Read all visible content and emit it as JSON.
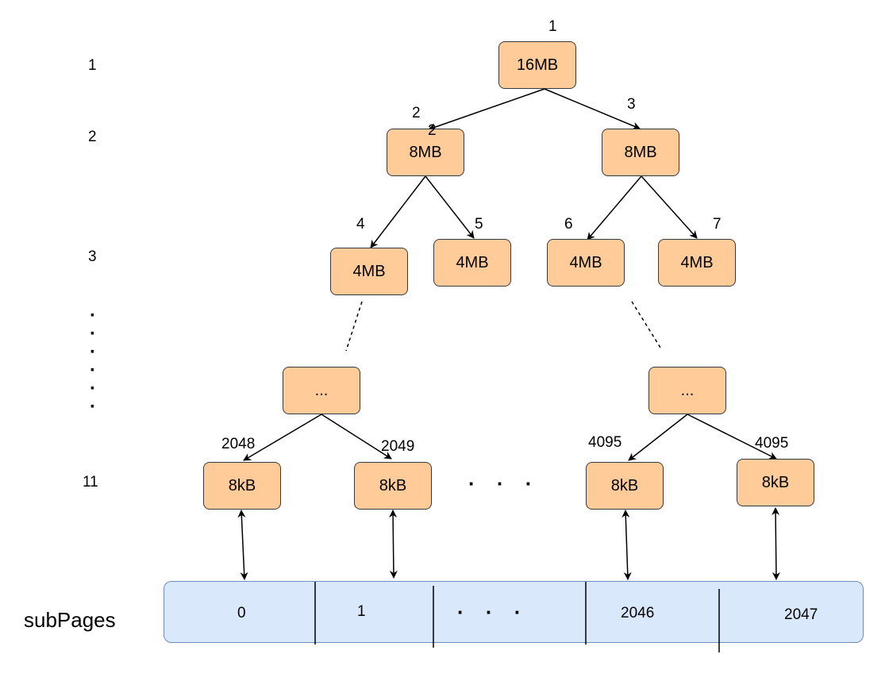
{
  "levels": [
    "1",
    "2",
    "3",
    "11"
  ],
  "nodes": {
    "n1": "16MB",
    "n2": "8MB",
    "n3": "8MB",
    "n4": "4MB",
    "n5": "4MB",
    "n6": "4MB",
    "n7": "4MB",
    "el_left": "...",
    "el_right": "...",
    "leaf_a": "8kB",
    "leaf_b": "8kB",
    "leaf_c": "8kB",
    "leaf_d": "8kB"
  },
  "labels": {
    "n1": "1",
    "n2": "2",
    "n2_dup": "2",
    "n3": "3",
    "n4": "4",
    "n5": "5",
    "n6": "6",
    "n7": "7",
    "leaf_a": "2048",
    "leaf_b": "2049",
    "leaf_c": "4095",
    "leaf_d": "4095"
  },
  "ellipsis_h": "· · ·",
  "subpages": {
    "title": "subPages",
    "cells": [
      "0",
      "1",
      "2046",
      "2047"
    ],
    "ellipsis": "· · ·"
  }
}
